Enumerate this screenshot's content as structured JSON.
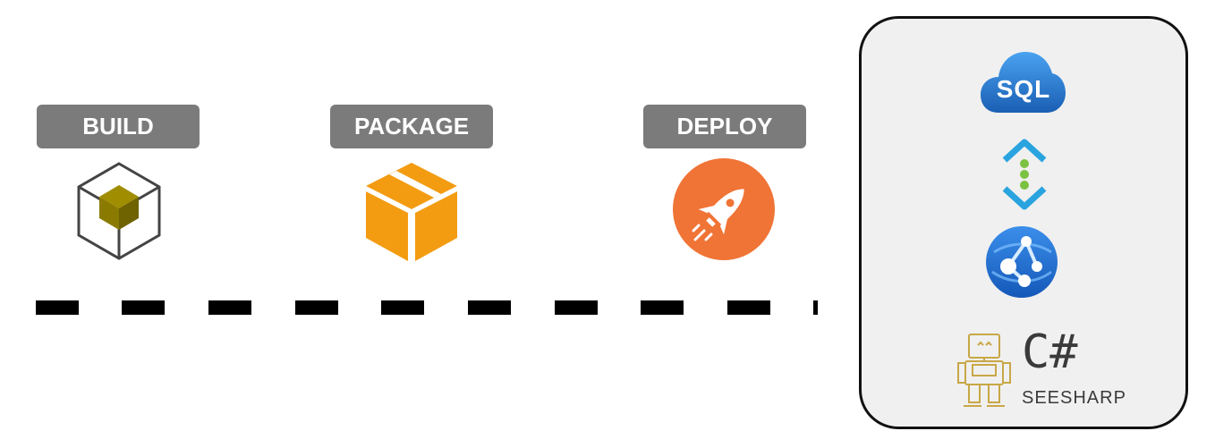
{
  "stages": {
    "build": {
      "label": "BUILD",
      "icon": "build-cube-icon"
    },
    "package": {
      "label": "PACKAGE",
      "icon": "package-box-icon"
    },
    "deploy": {
      "label": "DEPLOY",
      "icon": "rocket-icon"
    }
  },
  "stack": {
    "sql_label": "SQL",
    "language_label": "C#",
    "brand_label": "SEESHARP",
    "icons": [
      "sql-cloud-icon",
      "api-management-icon",
      "app-service-icon",
      "robot-mascot-icon"
    ]
  },
  "colors": {
    "label_bg": "#7b7b7b",
    "build_cube": "#8b7a00",
    "package_box": "#f39c12",
    "deploy_circle": "#f07436",
    "sql_cloud": "#1f6fc5",
    "panel_bg": "#f0f0f0"
  }
}
